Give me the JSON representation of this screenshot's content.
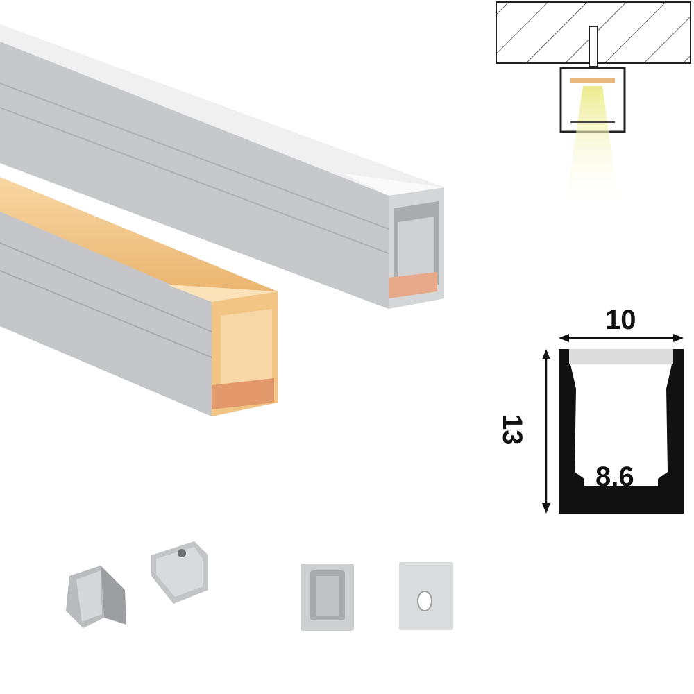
{
  "dimensions": {
    "width": "10",
    "height": "13",
    "inner_width": "8.6"
  },
  "colors": {
    "aluminium": "#c9cbce",
    "diffuser": "#eeeeee",
    "led_glow": "#f6c98a",
    "beam": "#f1ef9c",
    "drawing": "#111111"
  }
}
